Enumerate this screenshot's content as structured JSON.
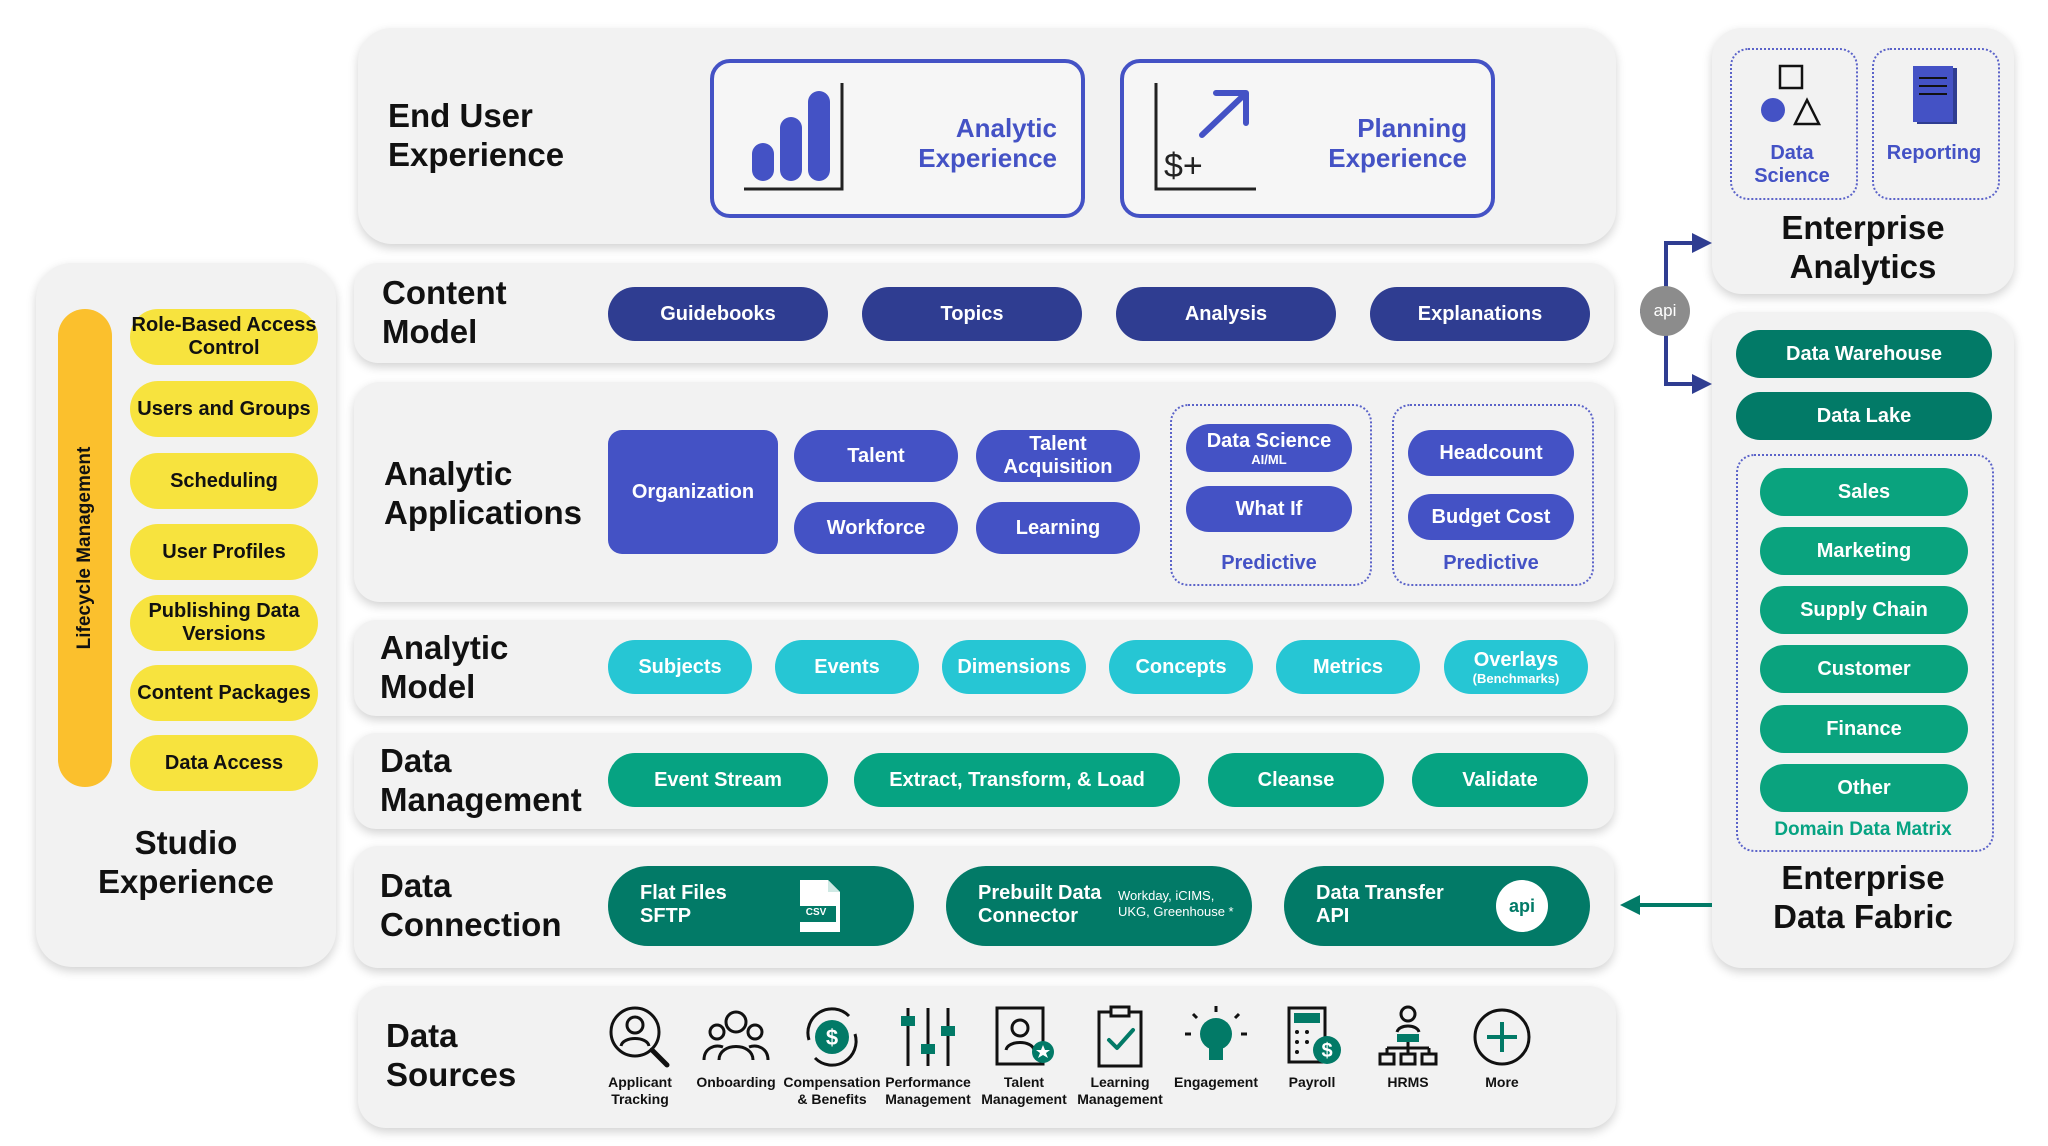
{
  "end_user": {
    "title": "End User Experience",
    "cards": [
      {
        "label": "Analytic Experience",
        "icon": "bar-chart-icon"
      },
      {
        "label": "Planning Experience",
        "icon": "dollar-plus-growth-icon"
      }
    ]
  },
  "content_model": {
    "title": "Content Model",
    "items": [
      "Guidebooks",
      "Topics",
      "Analysis",
      "Explanations"
    ]
  },
  "analytic_applications": {
    "title": "Analytic Applications",
    "main": "Organization",
    "items": [
      "Talent",
      "Talent Acquisition",
      "Workforce",
      "Learning"
    ],
    "predictive_a": {
      "items": [
        {
          "label": "Data Science",
          "sub": "AI/ML"
        },
        {
          "label": "What If"
        }
      ],
      "label": "Predictive"
    },
    "predictive_b": {
      "items": [
        "Headcount",
        "Budget Cost"
      ],
      "label": "Predictive"
    }
  },
  "analytic_model": {
    "title": "Analytic Model",
    "items": [
      {
        "label": "Subjects"
      },
      {
        "label": "Events"
      },
      {
        "label": "Dimensions"
      },
      {
        "label": "Concepts"
      },
      {
        "label": "Metrics"
      },
      {
        "label": "Overlays",
        "sub": "(Benchmarks)"
      }
    ]
  },
  "data_management": {
    "title": "Data Management",
    "items": [
      "Event Stream",
      "Extract, Transform, & Load",
      "Cleanse",
      "Validate"
    ]
  },
  "data_connection": {
    "title": "Data Connection",
    "items": [
      {
        "label": "Flat Files SFTP",
        "badge": "CSV",
        "icon": "csv-file-icon"
      },
      {
        "label": "Prebuilt Data Connector",
        "note": "Workday, iCIMS, UKG, Greenhouse *"
      },
      {
        "label": "Data Transfer API",
        "badge": "api",
        "icon": "api-badge-icon"
      }
    ]
  },
  "data_sources": {
    "title": "Data Sources",
    "items": [
      {
        "label": "Applicant Tracking",
        "icon": "person-magnifier-icon"
      },
      {
        "label": "Onboarding",
        "icon": "group-icon"
      },
      {
        "label": "Compensation & Benefits",
        "icon": "dollar-cycle-icon"
      },
      {
        "label": "Performance Management",
        "icon": "sliders-icon"
      },
      {
        "label": "Talent Management",
        "icon": "profile-star-icon"
      },
      {
        "label": "Learning Management",
        "icon": "clipboard-check-icon"
      },
      {
        "label": "Engagement",
        "icon": "lightbulb-icon"
      },
      {
        "label": "Payroll",
        "icon": "calculator-dollar-icon"
      },
      {
        "label": "HRMS",
        "icon": "org-chart-icon"
      },
      {
        "label": "More",
        "icon": "plus-circle-icon"
      }
    ]
  },
  "studio": {
    "title": "Studio Experience",
    "lifecycle": "Lifecycle Management",
    "items": [
      "Role-Based Access Control",
      "Users and Groups",
      "Scheduling",
      "User Profiles",
      "Publishing Data Versions",
      "Content Packages",
      "Data Access"
    ]
  },
  "enterprise_analytics": {
    "title": "Enterprise Analytics",
    "items": [
      {
        "label": "Data Science",
        "icon": "shapes-icon"
      },
      {
        "label": "Reporting",
        "icon": "document-icon"
      }
    ]
  },
  "enterprise_fabric": {
    "title": "Enterprise Data Fabric",
    "top": [
      "Data Warehouse",
      "Data Lake"
    ],
    "matrix": [
      "Sales",
      "Marketing",
      "Supply Chain",
      "Customer",
      "Finance",
      "Other"
    ],
    "matrix_label": "Domain Data Matrix"
  },
  "connector_api": "api",
  "colors": {
    "navy": "#2f3d91",
    "blue": "#4452c5",
    "cyan": "#26c6d4",
    "teal": "#06a382",
    "dark_teal": "#027a67",
    "yellow": "#f7e33e",
    "lifecycle": "#fbc02d"
  }
}
